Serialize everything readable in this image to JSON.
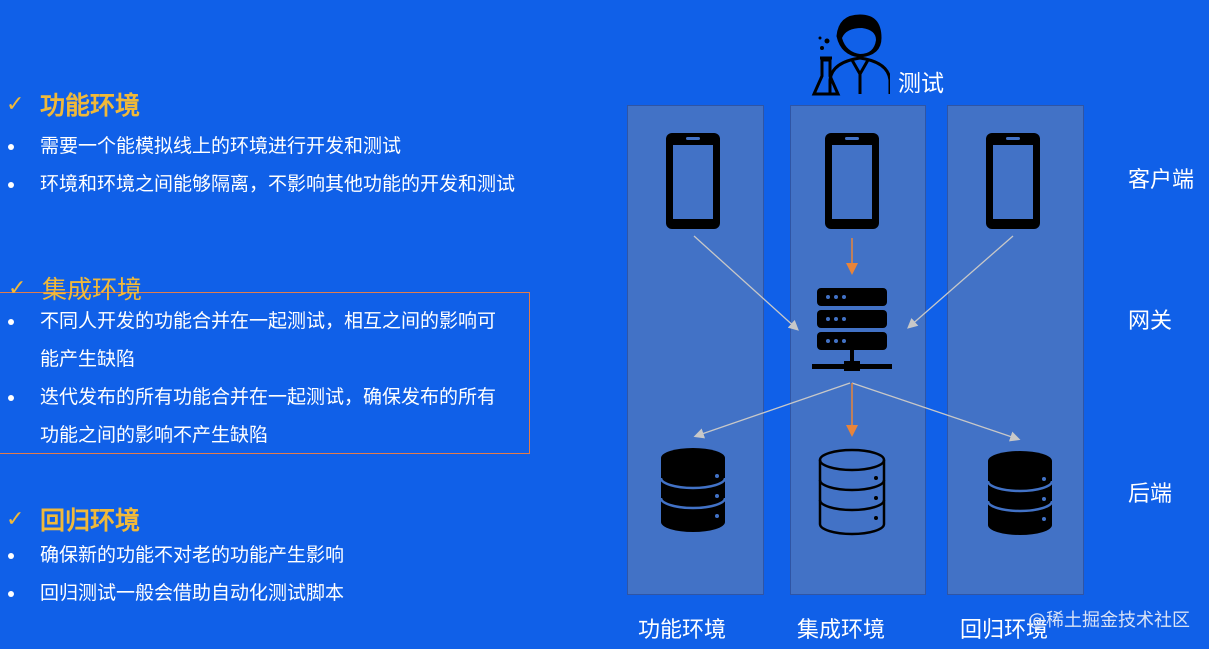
{
  "functional": {
    "check": "✓",
    "title": "功能环境",
    "bullets": [
      "需要一个能模拟线上的环境进行开发和测试",
      "环境和环境之间能够隔离，不影响其他功能的开发和测试"
    ]
  },
  "integration": {
    "check": "✓",
    "title": "集成环境",
    "bullets": [
      "不同人开发的功能合并在一起测试，相互之间的影响可能产生缺陷",
      "迭代发布的所有功能合并在一起测试，确保发布的所有功能之间的影响不产生缺陷"
    ]
  },
  "regression": {
    "check": "✓",
    "title": "回归环境",
    "bullets": [
      "确保新的功能不对老的功能产生影响",
      "回归测试一般会借助自动化测试脚本"
    ]
  },
  "diagram": {
    "tester_label": "测试",
    "row_labels": {
      "client": "客户端",
      "gateway": "网关",
      "backend": "后端"
    },
    "column_labels": [
      "功能环境",
      "集成环境",
      "回归环境"
    ],
    "icons": [
      "tester-icon",
      "phone-icon",
      "server-icon",
      "database-icon"
    ],
    "colors": {
      "background": "#1060e8",
      "column": "#4272c6",
      "highlight": "#f0b93a",
      "orange_arrow": "#e8843a",
      "gray_arrow": "#c8c8c8"
    }
  },
  "watermark": "@稀土掘金技术社区"
}
